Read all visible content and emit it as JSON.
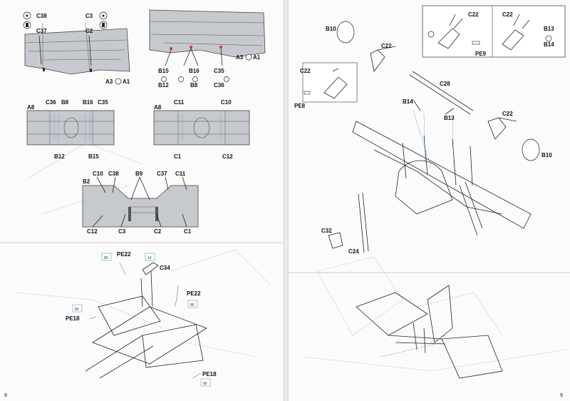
{
  "left_page": {
    "page_number": "8",
    "step_a": {
      "labels": [
        "C38",
        "C37",
        "C3",
        "C2",
        "A3",
        "A1"
      ]
    },
    "step_b": {
      "labels": [
        "B15",
        "B12",
        "B16",
        "B8",
        "C35",
        "C36",
        "A3",
        "A1"
      ]
    },
    "top_view_left": {
      "labels": [
        "C36",
        "B8",
        "B16",
        "C35",
        "A8",
        "B12",
        "B15"
      ]
    },
    "top_view_right": {
      "labels": [
        "A8",
        "C11",
        "C10",
        "C1",
        "C12"
      ]
    },
    "rear_view": {
      "labels": [
        "C10",
        "C38",
        "B9",
        "C37",
        "C11",
        "B2",
        "C12",
        "C3",
        "C2",
        "C1"
      ]
    },
    "tail_step": {
      "labels": [
        "PE22",
        "C34",
        "PE22",
        "PE18",
        "PE18"
      ],
      "small_refs": [
        "80",
        "10",
        "80",
        "80",
        "80"
      ]
    }
  },
  "right_page": {
    "page_number": "9",
    "inset": {
      "labels": [
        "C22",
        "C22",
        "B13",
        "B14",
        "PE9"
      ]
    },
    "main_step": {
      "labels": [
        "B10",
        "C22",
        "C22",
        "PE8",
        "C28",
        "B14",
        "B13",
        "C22",
        "B10",
        "C32",
        "C24"
      ]
    }
  },
  "icons": [
    "glue-icon",
    "plastic-cement-icon",
    "optional-icon"
  ]
}
